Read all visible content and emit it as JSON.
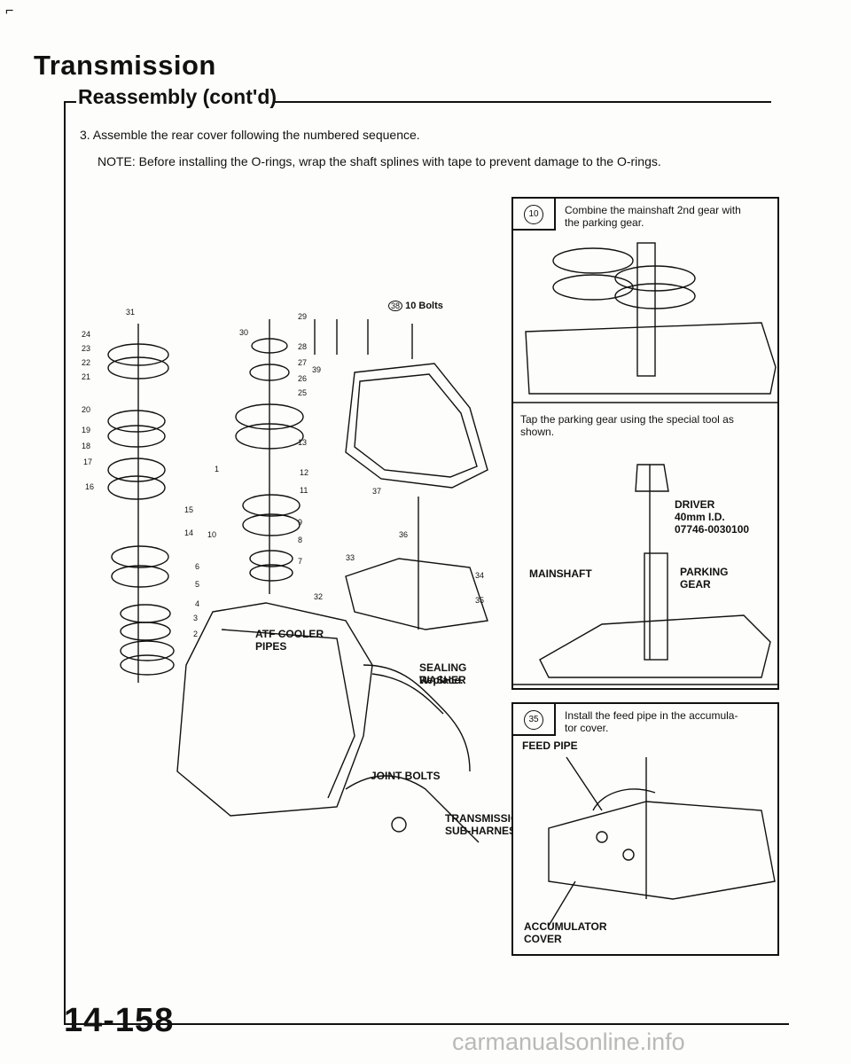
{
  "header": {
    "title": "Transmission",
    "section": "Reassembly (cont'd)"
  },
  "steps": {
    "step3": "3.  Assemble the rear cover following the numbered sequence.",
    "note": "NOTE:  Before installing the O-rings, wrap the shaft splines with tape to prevent damage to the O-rings."
  },
  "main_figure": {
    "bolts_callout_num": "38",
    "bolts_callout": "10 Bolts",
    "atf_cooler_pipes": "ATF COOLER\nPIPES",
    "sealing_washer": "SEALING WASHER",
    "replace": "Replace.",
    "joint_bolts": "JOINT BOLTS",
    "sub_harness": "TRANSMISSION\nSUB-HARNESS",
    "numbers": [
      "31",
      "24",
      "23",
      "22",
      "21",
      "20",
      "19",
      "18",
      "17",
      "16",
      "15",
      "14",
      "6",
      "5",
      "4",
      "3",
      "2",
      "30",
      "29",
      "28",
      "27",
      "26",
      "25",
      "13",
      "12",
      "11",
      "10",
      "9",
      "8",
      "7",
      "39",
      "37",
      "36",
      "33",
      "34",
      "35",
      "32",
      "1"
    ]
  },
  "panel1": {
    "badge": "10",
    "text1": "Combine the mainshaft 2nd gear with\nthe parking gear.",
    "text2": "Tap the parking gear using the special tool as\nshown.",
    "driver": "DRIVER\n40mm I.D.\n07746-0030100",
    "mainshaft": "MAINSHAFT",
    "parking_gear": "PARKING\nGEAR"
  },
  "panel2": {
    "badge": "35",
    "text": "Install the feed pipe in the accumula-\ntor cover.",
    "feed_pipe": "FEED PIPE",
    "accumulator_cover": "ACCUMULATOR\nCOVER"
  },
  "footer": {
    "page_number": "14-158",
    "watermark": "carmanualsonline.info"
  }
}
